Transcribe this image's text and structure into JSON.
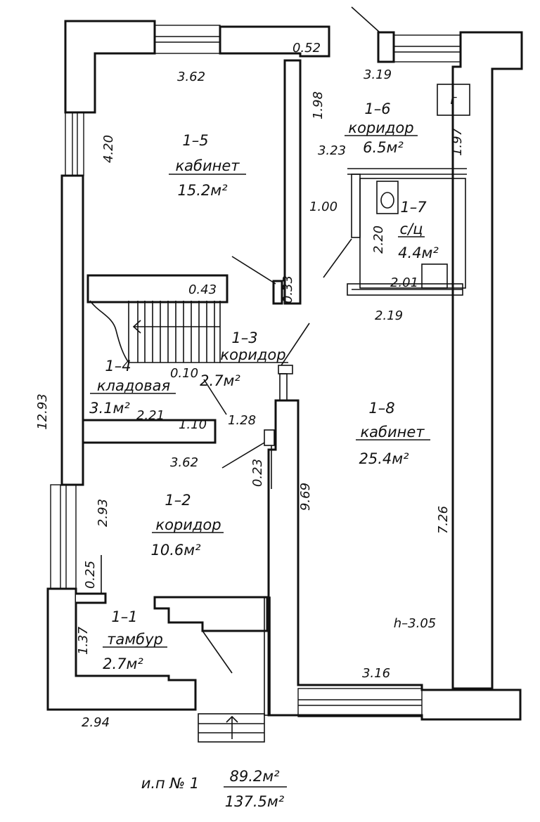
{
  "rooms": {
    "r1_1": {
      "id": "1–1",
      "name": "тамбур",
      "area": "2.7м²"
    },
    "r1_2": {
      "id": "1–2",
      "name": "коридор",
      "area": "10.6м²"
    },
    "r1_3": {
      "id": "1–3",
      "name": "коридор",
      "area": "2.7м²"
    },
    "r1_4": {
      "id": "1–4",
      "name": "кладовая",
      "area": "3.1м²"
    },
    "r1_5": {
      "id": "1–5",
      "name": "кабинет",
      "area": "15.2м²"
    },
    "r1_6": {
      "id": "1–6",
      "name": "коридор",
      "area": "6.5м²"
    },
    "r1_7": {
      "id": "1–7",
      "name": "с/ц",
      "area": "4.4м²"
    },
    "r1_8": {
      "id": "1–8",
      "name": "кабинет",
      "area": "25.4м²"
    }
  },
  "dims": {
    "d052": "0.52",
    "d362a": "3.62",
    "d319": "3.19",
    "d198": "1.98",
    "d420": "4.20",
    "d323": "3.23",
    "d197": "1.97",
    "d100": "1.00",
    "d220": "2.20",
    "d201": "2.01",
    "d219": "2.19",
    "d033": "0.33",
    "d043": "0.43",
    "d010": "0.10",
    "d128": "1.28",
    "d221": "2.21",
    "d110": "1.10",
    "d1293": "12.93",
    "d362b": "3.62",
    "d023": "0.23",
    "d293": "2.93",
    "d969": "9.69",
    "d726": "7.26",
    "d025": "0.25",
    "d137": "1.37",
    "d305": "h–3.05",
    "d316": "3.16",
    "d294": "2.94"
  },
  "chimney_mark": "г",
  "footer": {
    "label": "и.п № 1",
    "area_living": "89.2м²",
    "area_total": "137.5м²"
  }
}
